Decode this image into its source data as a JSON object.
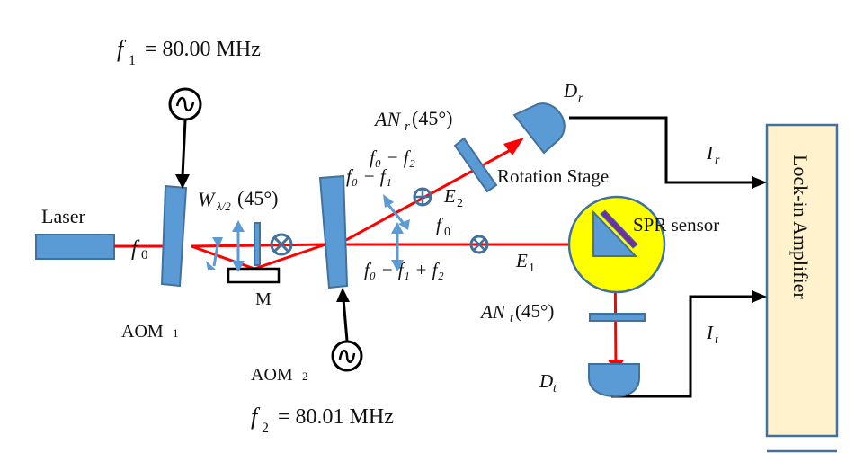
{
  "title": "Heterodyne SPR optical setup",
  "labels": {
    "f1_eq": "= 80.00 MHz",
    "f1_sym": "f",
    "f1_sub": "1",
    "f2_eq": "= 80.01 MHz",
    "f2_sym": "f",
    "f2_sub": "2",
    "laser": "Laser",
    "f0_input": "f",
    "f0_input_sub": "0",
    "aom1": "AOM",
    "aom1_sub": "1",
    "aom2": "AOM",
    "aom2_sub": "2",
    "waveplate": "W",
    "waveplate_sub": "λ/2",
    "waveplate_angle": "(45°)",
    "mirror": "M",
    "an_r": "AN",
    "an_r_sub": "r",
    "an_r_angle": "(45°)",
    "beam_f0_f2": "f₀ − f₂",
    "beam_f0_f1": "f₀ − f₁",
    "e2": "E",
    "e2_sub": "2",
    "f0_mid": "f",
    "f0_mid_sub": "0",
    "beam_sum": "f₀ − f₁ + f₂",
    "e1": "E",
    "e1_sub": "1",
    "rotation_stage": "Rotation Stage",
    "spr_sensor": "SPR sensor",
    "an_t": "AN",
    "an_t_sub": "t",
    "an_t_angle": "(45°)",
    "d_r": "D",
    "d_r_sub": "r",
    "d_t": "D",
    "d_t_sub": "t",
    "i_r": "I",
    "i_r_sub": "r",
    "i_t": "I",
    "i_t_sub": "t",
    "lockin": "Lock-in Amplifier"
  },
  "colors": {
    "beam": "#ff0000",
    "component": "#5b9bd5",
    "sensor": "#ffff00",
    "lockin_fill": "#fff2cc"
  }
}
